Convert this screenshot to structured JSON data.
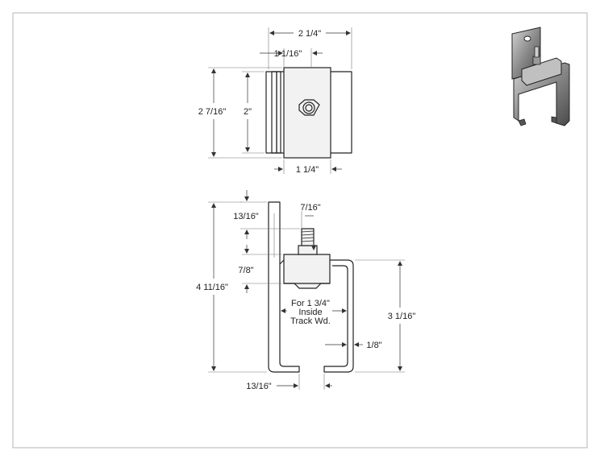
{
  "dimensions": {
    "top_width": "2 1/4\"",
    "top_center_width": "1 1/16\"",
    "top_outer_height": "2 7/16\"",
    "top_inner_height": "2\"",
    "top_base_width": "1 1/4\"",
    "nut_offset": "7/16\"",
    "plate_top": "13/16\"",
    "total_height": "4 11/16\"",
    "block_height": "7/8\"",
    "channel_height": "3 1/16\"",
    "wall_thickness": "1/8\"",
    "bottom_gap": "13/16\""
  },
  "notes": {
    "track_line1": "For 1 3/4\"",
    "track_line2": "Inside",
    "track_line3": "Track Wd."
  },
  "colors": {
    "line": "#222222",
    "frame": "#b5b5b5",
    "metal": "#8a8a8a"
  }
}
